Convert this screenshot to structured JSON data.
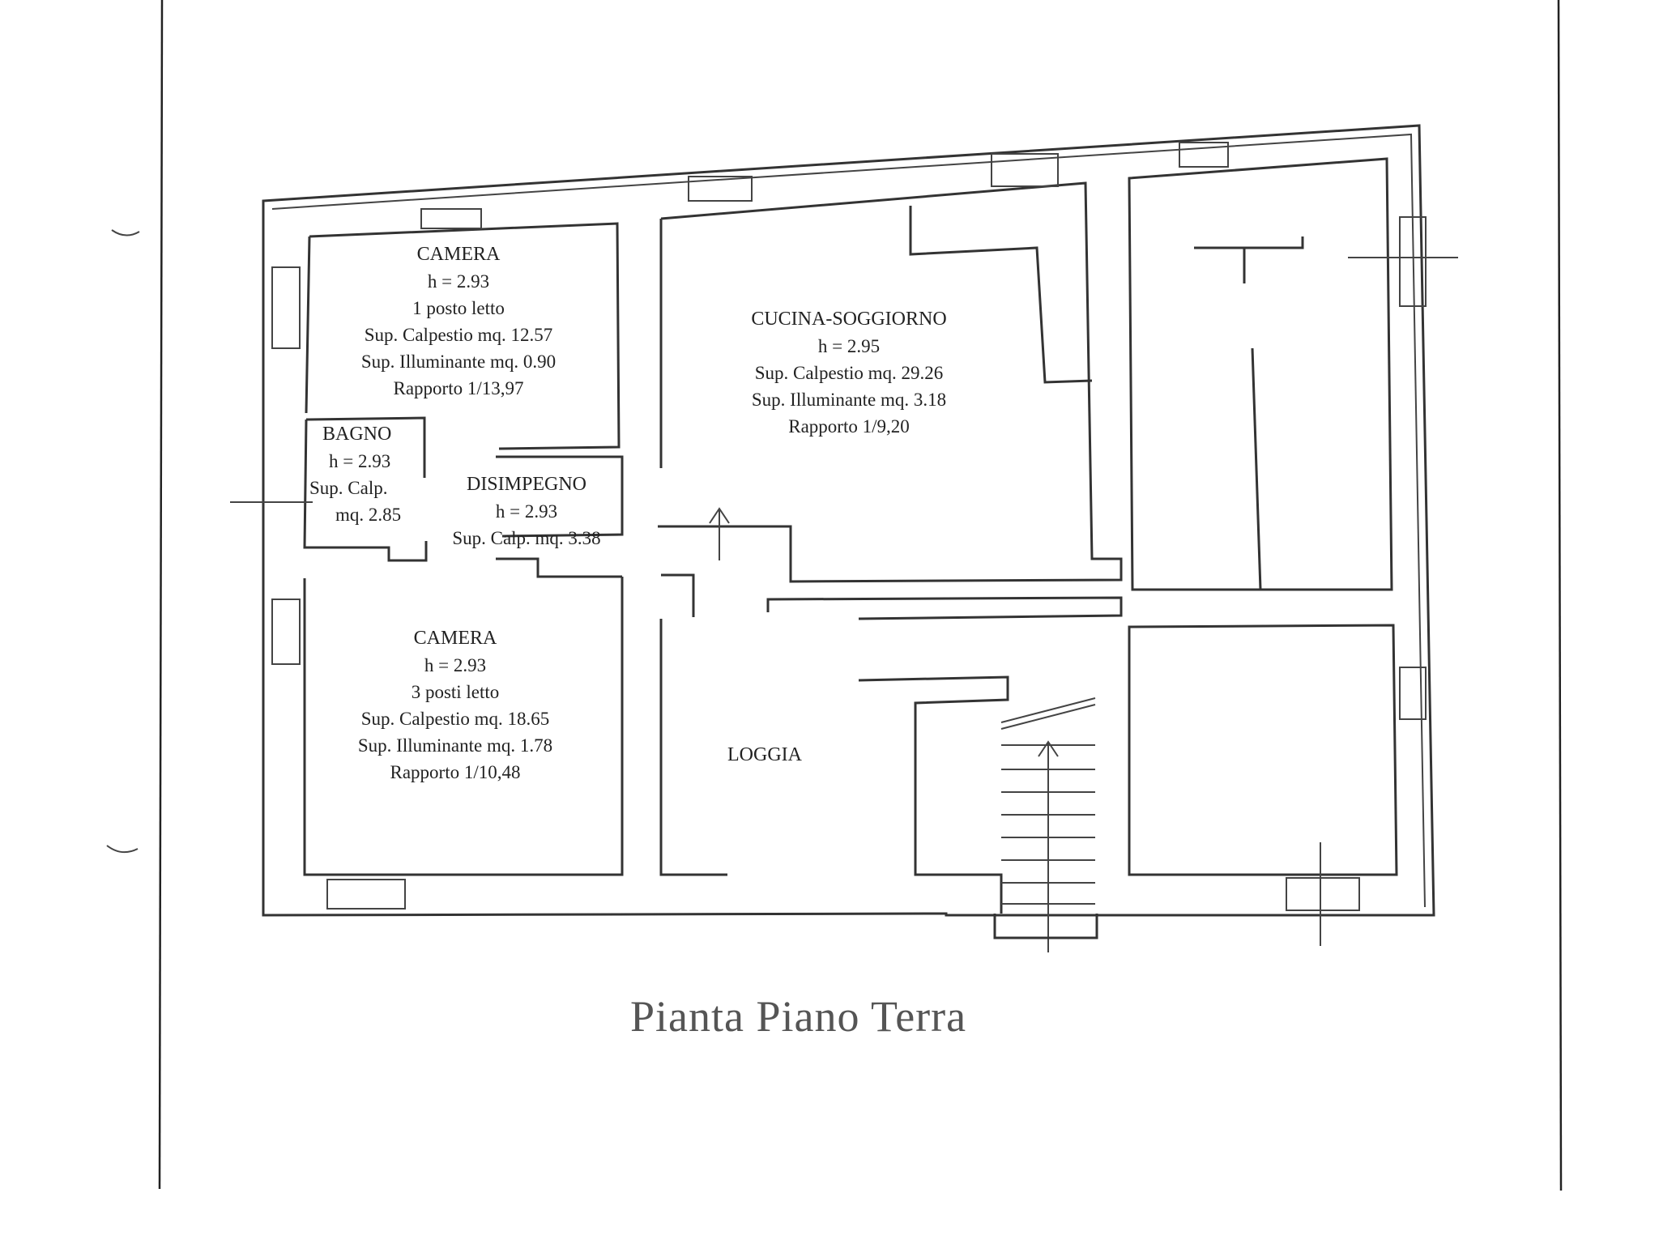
{
  "title": "Pianta Piano Terra",
  "rooms": {
    "camera1": {
      "name": "CAMERA",
      "height": "h = 2.93",
      "beds": "1 posto letto",
      "calpestio": "Sup. Calpestio mq. 12.57",
      "illuminante": "Sup. Illuminante mq. 0.90",
      "rapporto": "Rapporto 1/13,97"
    },
    "cucina": {
      "name": "CUCINA-SOGGIORNO",
      "height": "h = 2.95",
      "calpestio": "Sup. Calpestio mq. 29.26",
      "illuminante": "Sup. Illuminante mq. 3.18",
      "rapporto": "Rapporto 1/9,20"
    },
    "bagno": {
      "name": "BAGNO",
      "height": "h = 2.93",
      "calp1": "Sup. Calp.",
      "calp2": "mq. 2.85"
    },
    "disimpegno": {
      "name": "DISIMPEGNO",
      "height": "h = 2.93",
      "calpestio": "Sup. Calp. mq. 3.38"
    },
    "camera2": {
      "name": "CAMERA",
      "height": "h = 2.93",
      "beds": "3 posti letto",
      "calpestio": "Sup. Calpestio mq. 18.65",
      "illuminante": "Sup. Illuminante mq. 1.78",
      "rapporto": "Rapporto 1/10,48"
    },
    "loggia": {
      "name": "LOGGIA"
    }
  }
}
